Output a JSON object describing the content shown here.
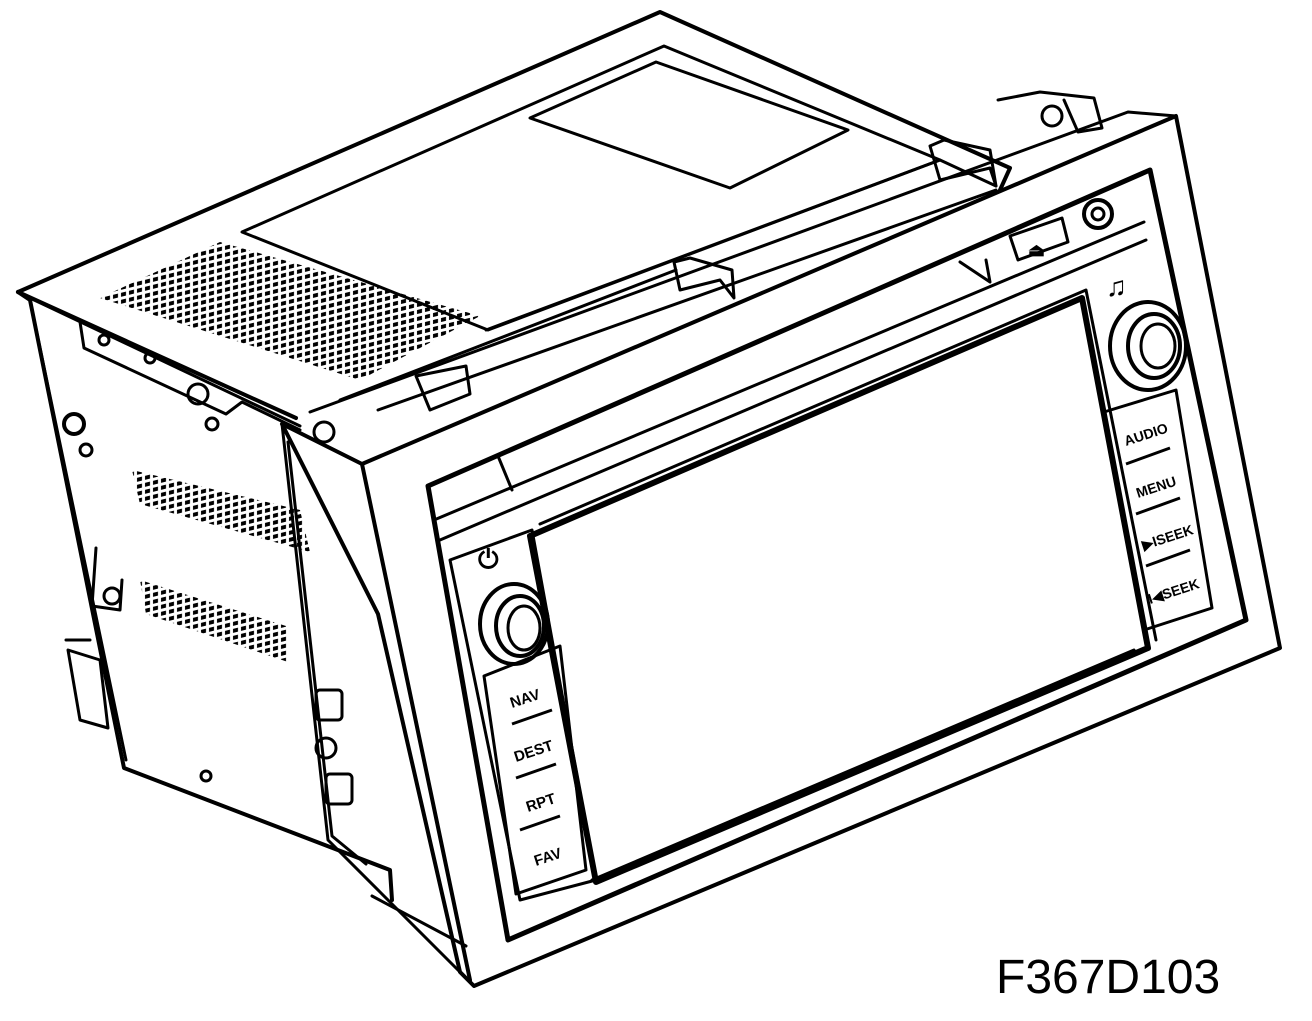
{
  "figure": {
    "id": "F367D103"
  },
  "left_buttons": [
    "NAV",
    "DEST",
    "RPT",
    "FAV"
  ],
  "right_buttons": [
    "AUDIO",
    "MENU",
    "▶ISEEK",
    "I◀SEEK"
  ],
  "icons": {
    "power": "power-icon",
    "music": "music-note-icon",
    "eject": "eject-icon",
    "aux": "aux-jack-icon",
    "volume": "volume-knob-icon",
    "tune": "tune-knob-icon"
  },
  "glyphs": {
    "power": "⏻",
    "music": "♫",
    "eject": "⏏"
  },
  "colors": {
    "line": "#000000",
    "background": "#ffffff"
  }
}
